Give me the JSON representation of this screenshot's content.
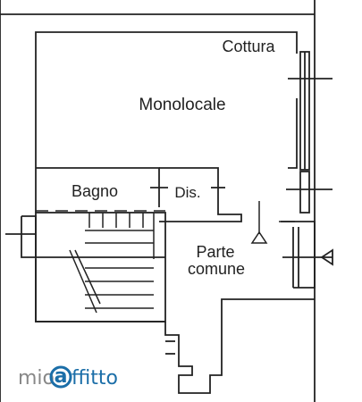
{
  "colors": {
    "line": "#222222",
    "wall_fill": "#ffffff",
    "watermark_gray": "#888888",
    "watermark_blue": "#1b6ea8"
  },
  "rooms": {
    "cottura": "Cottura",
    "monolocale": "Monolocale",
    "bagno": "Bagno",
    "disimpegno": "Dis.",
    "parte_comune_line1": "Parte",
    "parte_comune_line2": "comune"
  },
  "watermark": {
    "prefix": "mio",
    "logo": "a",
    "suffix": "ffitto"
  }
}
